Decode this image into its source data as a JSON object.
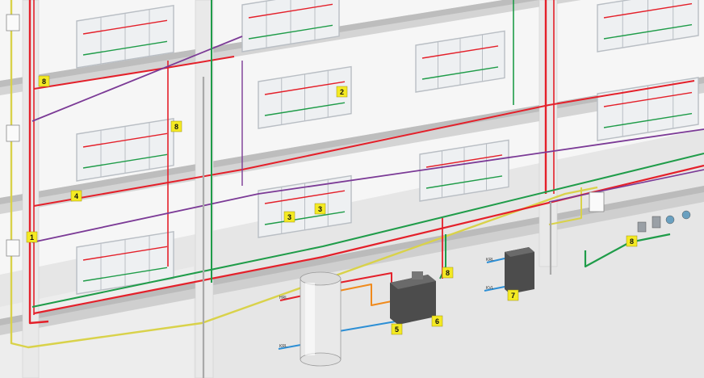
{
  "markers": [
    {
      "id": "m1",
      "text": "1"
    },
    {
      "id": "m2",
      "text": "2"
    },
    {
      "id": "m3a",
      "text": "3"
    },
    {
      "id": "m3b",
      "text": "3"
    },
    {
      "id": "m4",
      "text": "4"
    },
    {
      "id": "m5",
      "text": "5"
    },
    {
      "id": "m6",
      "text": "6"
    },
    {
      "id": "m7",
      "text": "7"
    },
    {
      "id": "m8a",
      "text": "8"
    },
    {
      "id": "m8b",
      "text": "8"
    },
    {
      "id": "m8c",
      "text": "8"
    },
    {
      "id": "m8d",
      "text": "8"
    }
  ],
  "pipe_tags": {
    "hrl": "HRL",
    "kvl": "KVL",
    "krl": "KRL"
  },
  "colors": {
    "red": "#e4202a",
    "green": "#1f9c49",
    "purple": "#7b3a96",
    "yellow": "#d9d24a",
    "blue": "#2d8fd5",
    "orange": "#f08a1c",
    "marker": "#f4ea23",
    "wall": "#f1f1f1",
    "floor": "#e3e3e3",
    "frame": "#b9bec4"
  }
}
